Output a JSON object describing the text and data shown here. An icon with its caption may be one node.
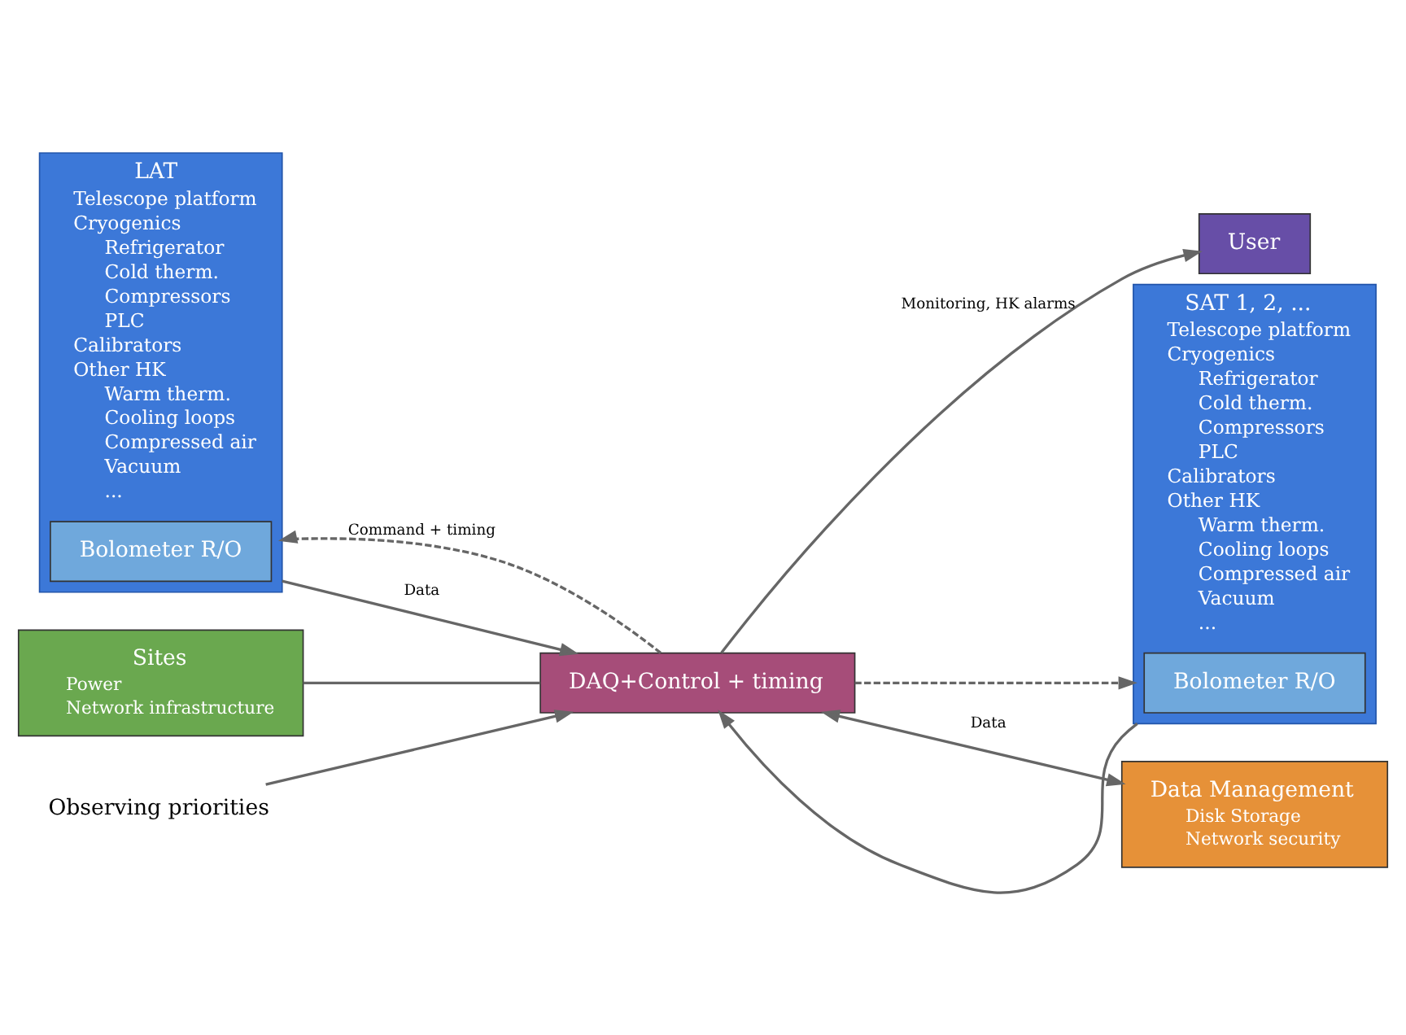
{
  "diagram": {
    "nodes": [
      {
        "text": [
          "LAT",
          "Telescope platform",
          "Cryogenics",
          "Refrigerator",
          "Cold therm.",
          "Compressors",
          "PLC",
          "Calibrators",
          "Other HK",
          "Warm therm.",
          "Cooling loops",
          "Compressed air",
          "Vacuum",
          "..."
        ]
      },
      {
        "text": [
          "Bolometer R/O"
        ],
        "in": 0
      },
      {
        "text": [
          "User"
        ]
      },
      {
        "text": [
          "SAT 1, 2, ...",
          "Telescope platform",
          "Cryogenics",
          "Refrigerator",
          "Cold therm.",
          "Compressors",
          "PLC",
          "Calibrators",
          "Other HK",
          "Warm therm.",
          "Cooling loops",
          "Compressed air",
          "Vacuum",
          "..."
        ]
      },
      {
        "text": [
          "Bolometer R/O"
        ],
        "in": 3
      },
      {
        "text": [
          "DAQ+Control + timing"
        ]
      },
      {
        "text": [
          "Sites",
          "Power",
          "Network infrastructure"
        ]
      },
      {
        "text": [
          "Data Management",
          "Disk Storage",
          "Network security"
        ]
      },
      {
        "text": [
          "Observing priorities"
        ]
      }
    ],
    "edges": [
      {
        "from": 5,
        "to": 0,
        "arrow": "to",
        "label": "Command + timing",
        "style": "dashed"
      },
      {
        "from": 0,
        "to": 5,
        "arrow": "to",
        "label": "Data"
      },
      {
        "from": 5,
        "to": 2,
        "arrow": "to",
        "label": "Monitoring, HK alarms"
      },
      {
        "from": 5,
        "to": 3,
        "arrow": "to",
        "style": "dashed"
      },
      {
        "from": 3,
        "to": 5,
        "arrow": "to"
      },
      {
        "from": 6,
        "to": 5,
        "arrow": "none"
      },
      {
        "from": 8,
        "to": 5,
        "arrow": "to"
      },
      {
        "from": 5,
        "to": 7,
        "arrow": "both",
        "label": "Data"
      }
    ]
  }
}
